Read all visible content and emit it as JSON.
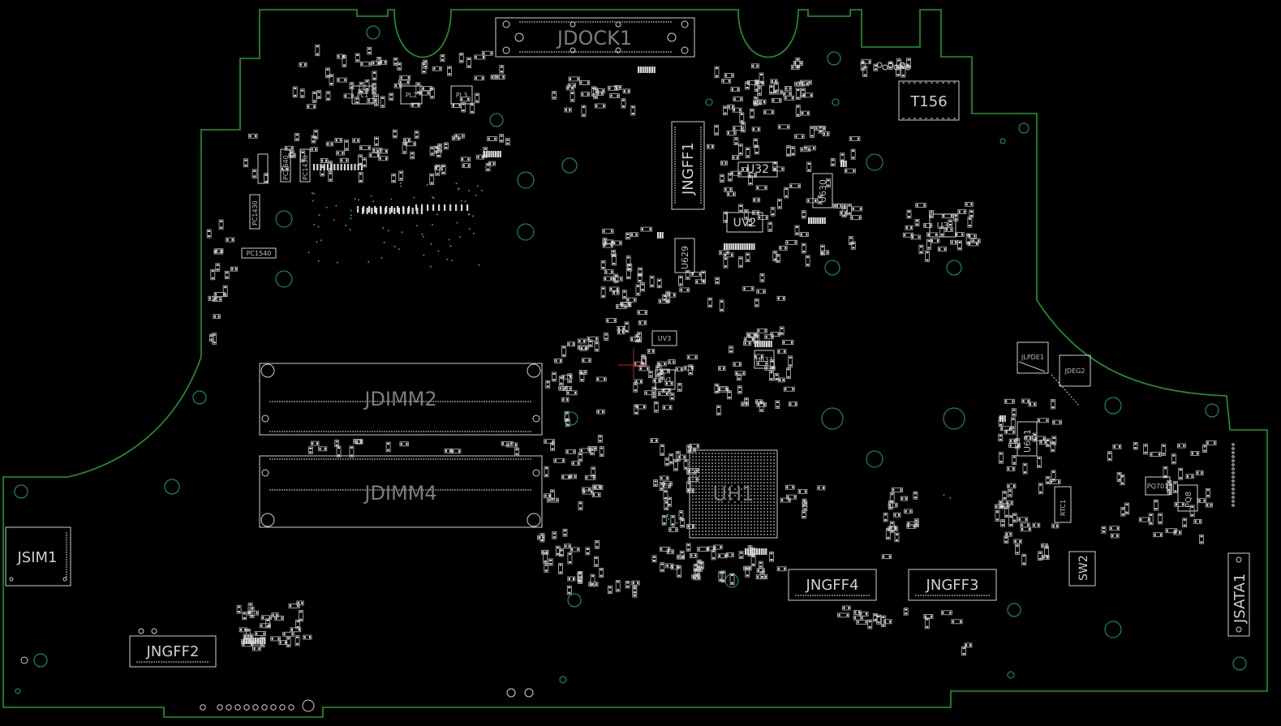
{
  "colors": {
    "background": "#000000",
    "outline": "#1f9a2a",
    "component": "#cfcfcf",
    "hole": "#16a56f",
    "via": "#1aa5a5",
    "cursor": "#c2262e"
  },
  "components": {
    "jdock1": "JDOCK1",
    "t156": "T156",
    "jngff1": "JNGFF1",
    "u32": "U32",
    "u630": "U630",
    "uv2": "UV2",
    "u629": "U629",
    "u3": "U3",
    "jdimm2": "JDIMM2",
    "jdimm4": "JDIMM4",
    "uh1": "UH1",
    "jsim1": "JSIM1",
    "jngff2": "JNGFF2",
    "jngff4": "JNGFF4",
    "jngff3": "JNGFF3",
    "jsata1": "JSATA1",
    "sw2": "SW2",
    "u631": "U631",
    "jlpde1": "JLPDE1",
    "jdeg2": "JDEG2",
    "rtc1": "RTC1",
    "pq701": "PQ701",
    "pq8": "PQ8",
    "pc1540": "PC1540",
    "pc1430": "PC1430",
    "pc1640": "PC1640",
    "pc1430b": "PC1430",
    "pl1": "PL1",
    "pl2": "PL2",
    "pl3": "PL3",
    "uv3": "UV3",
    "uv1": "UV1",
    "u633": "U633"
  }
}
